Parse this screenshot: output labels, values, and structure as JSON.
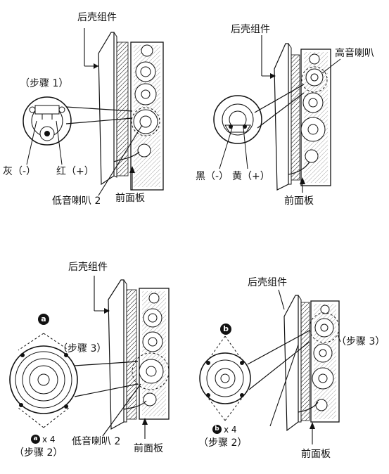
{
  "panel_tl": {
    "rear_cover": "后壳组件",
    "step": "（步骤 1）",
    "wire_gray": "灰（-）",
    "wire_red": "红（+）",
    "speaker": "低音喇叭 2",
    "front_board": "前面板"
  },
  "panel_tr": {
    "rear_cover": "后壳组件",
    "speaker": "高音喇叭",
    "wire_black": "黑（-）",
    "wire_yellow": "黄（+）",
    "front_board": "前面板"
  },
  "panel_bl": {
    "rear_cover": "后壳组件",
    "marker": "a",
    "step_upper": "（步骤 3）",
    "screw_qty": "x 4",
    "step_lower": "（步骤 2）",
    "speaker": "低音喇叭 2",
    "front_board": "前面板"
  },
  "panel_br": {
    "rear_cover": "后壳组件",
    "marker": "b",
    "step_upper": "（步骤 3）",
    "screw_qty": "x 4",
    "step_lower": "（步骤 2）",
    "front_board": "前面板"
  }
}
